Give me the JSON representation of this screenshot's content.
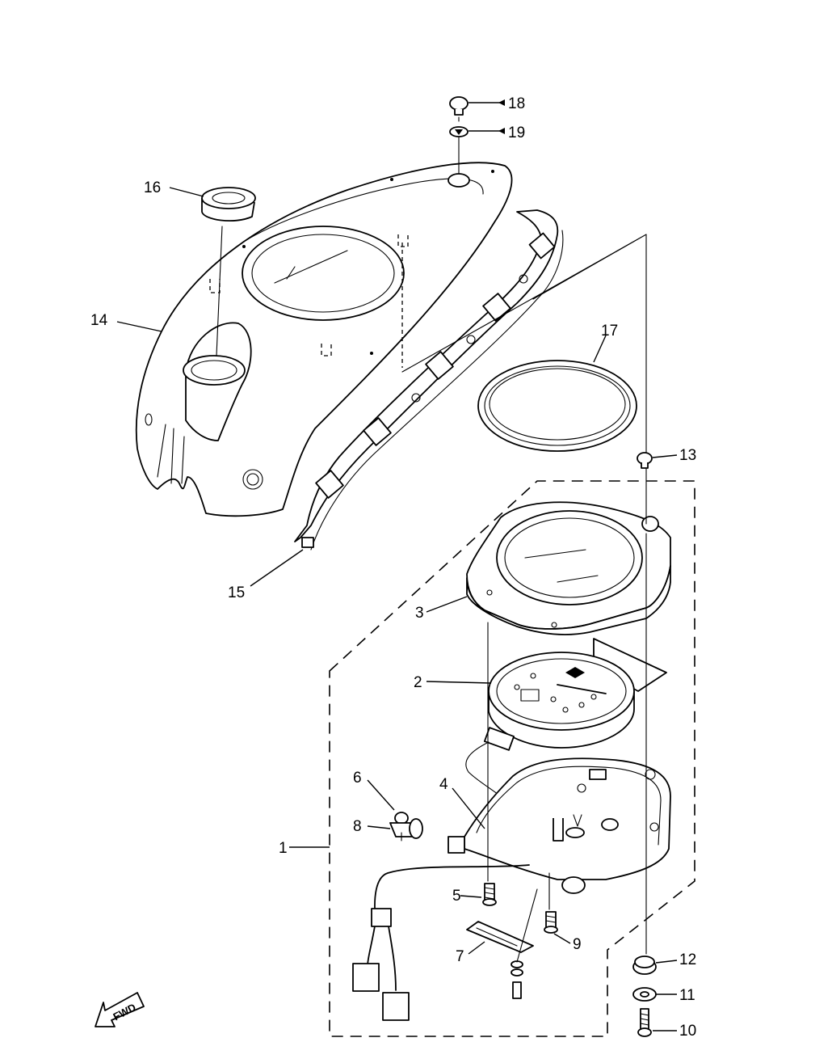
{
  "callouts": [
    "1",
    "2",
    "3",
    "4",
    "5",
    "6",
    "7",
    "8",
    "9",
    "10",
    "11",
    "12",
    "13",
    "14",
    "15",
    "16",
    "17",
    "18",
    "19"
  ],
  "direction_marker": {
    "text": "FWD",
    "icon": "fwd-arrow-icon"
  }
}
